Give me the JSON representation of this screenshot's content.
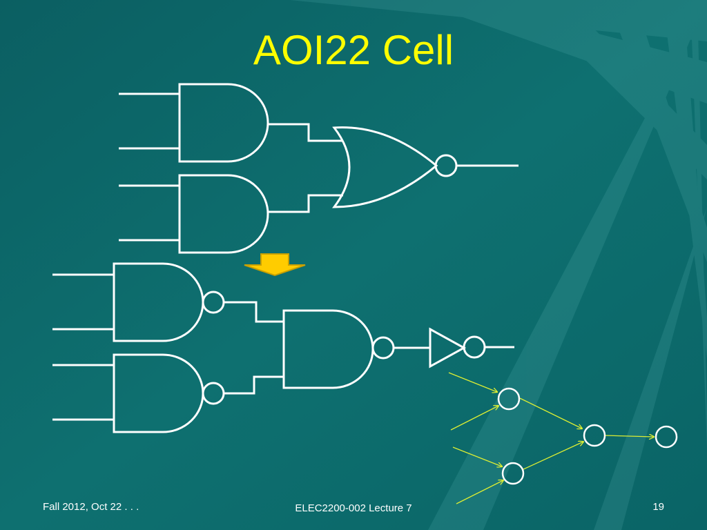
{
  "slide": {
    "title": "AOI22 Cell",
    "colors": {
      "background": "#0e6e6e",
      "title": "#ffff00",
      "gate_stroke": "#ffffff",
      "arrow_fill": "#ffcc00",
      "graph_stroke": "#ddee33",
      "graph_node": "#ffffff"
    }
  },
  "diagram": {
    "top_circuit": "AND-OR-INVERT (two AND gates feeding a NOR)",
    "bottom_circuit": "Two NAND gates feeding an AND with inverted output, then inverter",
    "transform_arrow": "down-arrow"
  },
  "footer": {
    "date": "Fall 2012, Oct 22 . . .",
    "course": "ELEC2200-002 Lecture 7",
    "page": "19"
  }
}
